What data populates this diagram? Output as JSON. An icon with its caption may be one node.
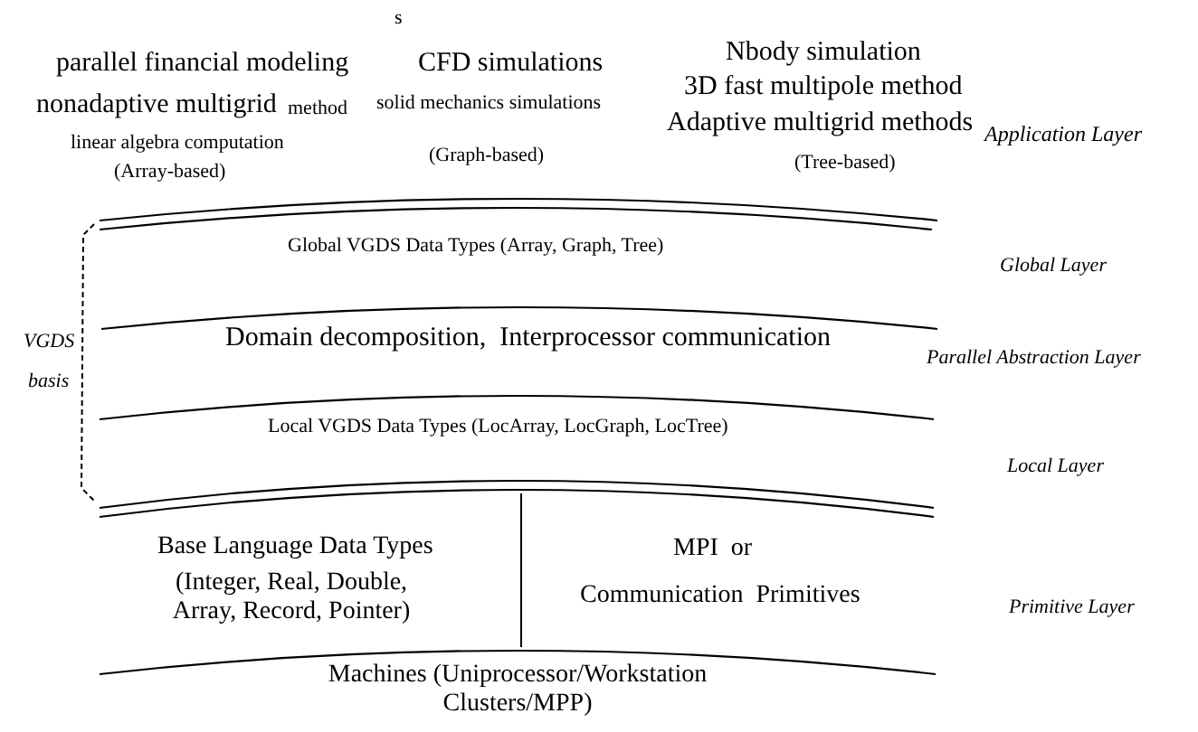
{
  "diagram": {
    "labels": [
      "s",
      "parallel financial modeling",
      "CFD simulations",
      "Nbody simulation",
      "nonadaptive multigrid",
      "method",
      "solid mechanics simulations",
      "3D fast multipole method",
      "linear algebra computation",
      "Adaptive multigrid methods",
      "Application Layer",
      "(Graph-based)",
      "(Array-based)",
      "(Tree-based)",
      "Global VGDS Data Types (Array, Graph, Tree)",
      "Global Layer",
      "VGDS",
      "Domain decomposition,  Interprocessor communication",
      "Parallel Abstraction Layer",
      "basis",
      "Local VGDS Data Types (LocArray, LocGraph, LocTree)",
      "Local Layer",
      "Base Language Data Types",
      "MPI  or",
      "(Integer, Real, Double, Array, Record, Pointer)",
      "Communication  Primitives",
      "Primitive Layer",
      "Machines (Uniprocessor/Workstation Clusters/MPP)"
    ]
  }
}
